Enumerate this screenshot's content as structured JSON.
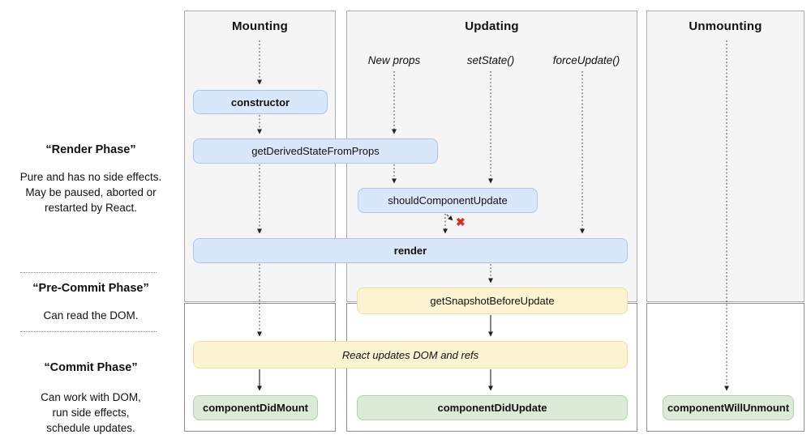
{
  "colors": {
    "box_blue": "#d9e7fb",
    "box_blue_border": "#a9c5ec",
    "box_yellow": "#fcf3d0",
    "box_yellow_border": "#ebdfa8",
    "box_green": "#dcebd7",
    "box_green_border": "#b0d2a8",
    "phase_bg": "#f5f5f5",
    "phase_gray_border": "#ababab",
    "phase_white_border": "#8c8c8c",
    "cancel_red": "#d93025"
  },
  "columns": {
    "mounting": "Mounting",
    "updating": "Updating",
    "unmounting": "Unmounting"
  },
  "triggers": {
    "new_props": "New props",
    "set_state": "setState()",
    "force_update": "forceUpdate()"
  },
  "methods": {
    "constructor": "constructor",
    "get_derived_state_from_props": "getDerivedStateFromProps",
    "should_component_update": "shouldComponentUpdate",
    "render": "render",
    "get_snapshot_before_update": "getSnapshotBeforeUpdate",
    "react_updates_dom": "React updates DOM and refs",
    "component_did_mount": "componentDidMount",
    "component_did_update": "componentDidUpdate",
    "component_will_unmount": "componentWillUnmount"
  },
  "sidebar": {
    "render_phase": {
      "title": "“Render Phase”",
      "lines": [
        "Pure and has no side effects.",
        "May be paused, aborted or",
        "restarted by React."
      ]
    },
    "pre_commit_phase": {
      "title": "“Pre-Commit Phase”",
      "lines": [
        "Can read the DOM."
      ]
    },
    "commit_phase": {
      "title": "“Commit Phase”",
      "lines": [
        "Can work with DOM,",
        "run side effects,",
        "schedule updates."
      ]
    }
  },
  "icons": {
    "cancel_x": "✖"
  }
}
